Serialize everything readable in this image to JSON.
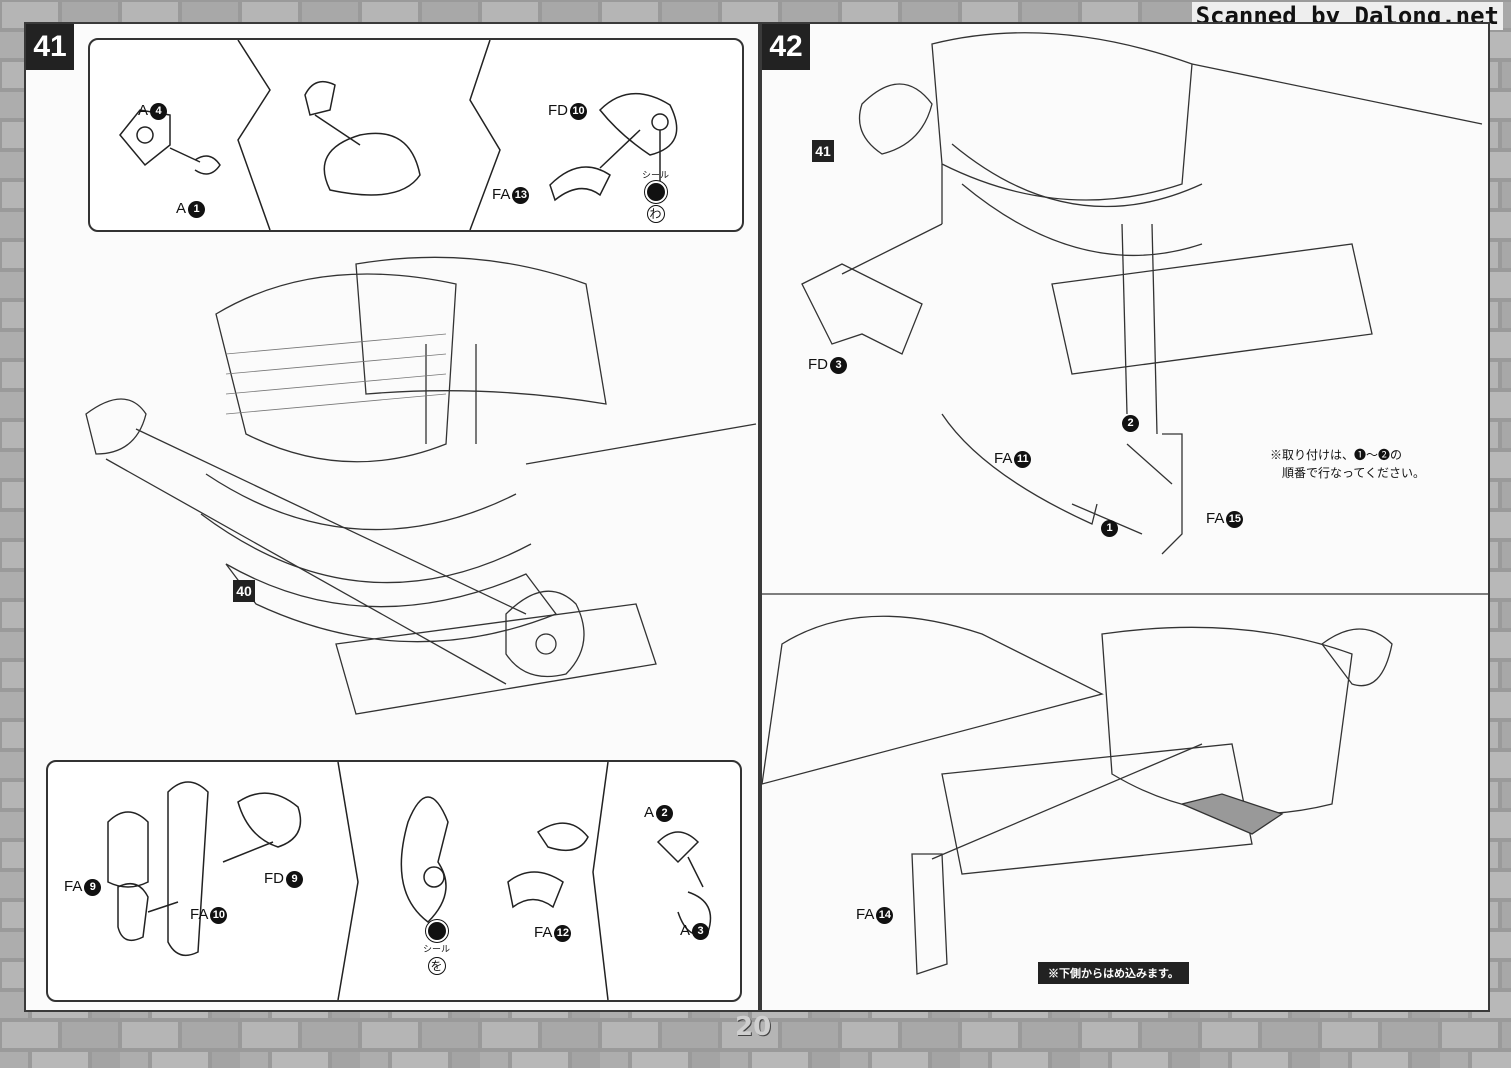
{
  "header": {
    "credit": "Scanned by Dalong.net"
  },
  "page": {
    "number": "20"
  },
  "left_panel": {
    "step": "41",
    "ref_step": "40",
    "top_inset": {
      "labels": [
        {
          "text": "A",
          "num": "4"
        },
        {
          "text": "A",
          "num": "1"
        },
        {
          "text": "FD",
          "num": "10"
        },
        {
          "text": "FA",
          "num": "13"
        }
      ],
      "sticker": {
        "label": "シール",
        "kana": "わ"
      }
    },
    "bottom_inset": {
      "labels": [
        {
          "text": "FA",
          "num": "9"
        },
        {
          "text": "FD",
          "num": "9"
        },
        {
          "text": "FA",
          "num": "10"
        },
        {
          "text": "FA",
          "num": "12"
        },
        {
          "text": "A",
          "num": "2"
        },
        {
          "text": "A",
          "num": "3"
        }
      ],
      "sticker": {
        "label": "シール",
        "kana": "を"
      }
    }
  },
  "right_panel": {
    "step": "42",
    "ref_step": "41",
    "labels": [
      {
        "text": "FD",
        "num": "3"
      },
      {
        "text": "FA",
        "num": "11"
      },
      {
        "text": "FA",
        "num": "15"
      },
      {
        "text": "FA",
        "num": "14"
      }
    ],
    "order_note": {
      "line1": "※取り付けは、❶～❷の",
      "line2": "順番で行なってください。"
    },
    "bottom_note": "※下側からはめ込みます。",
    "arrow_steps": [
      "1",
      "2"
    ]
  }
}
